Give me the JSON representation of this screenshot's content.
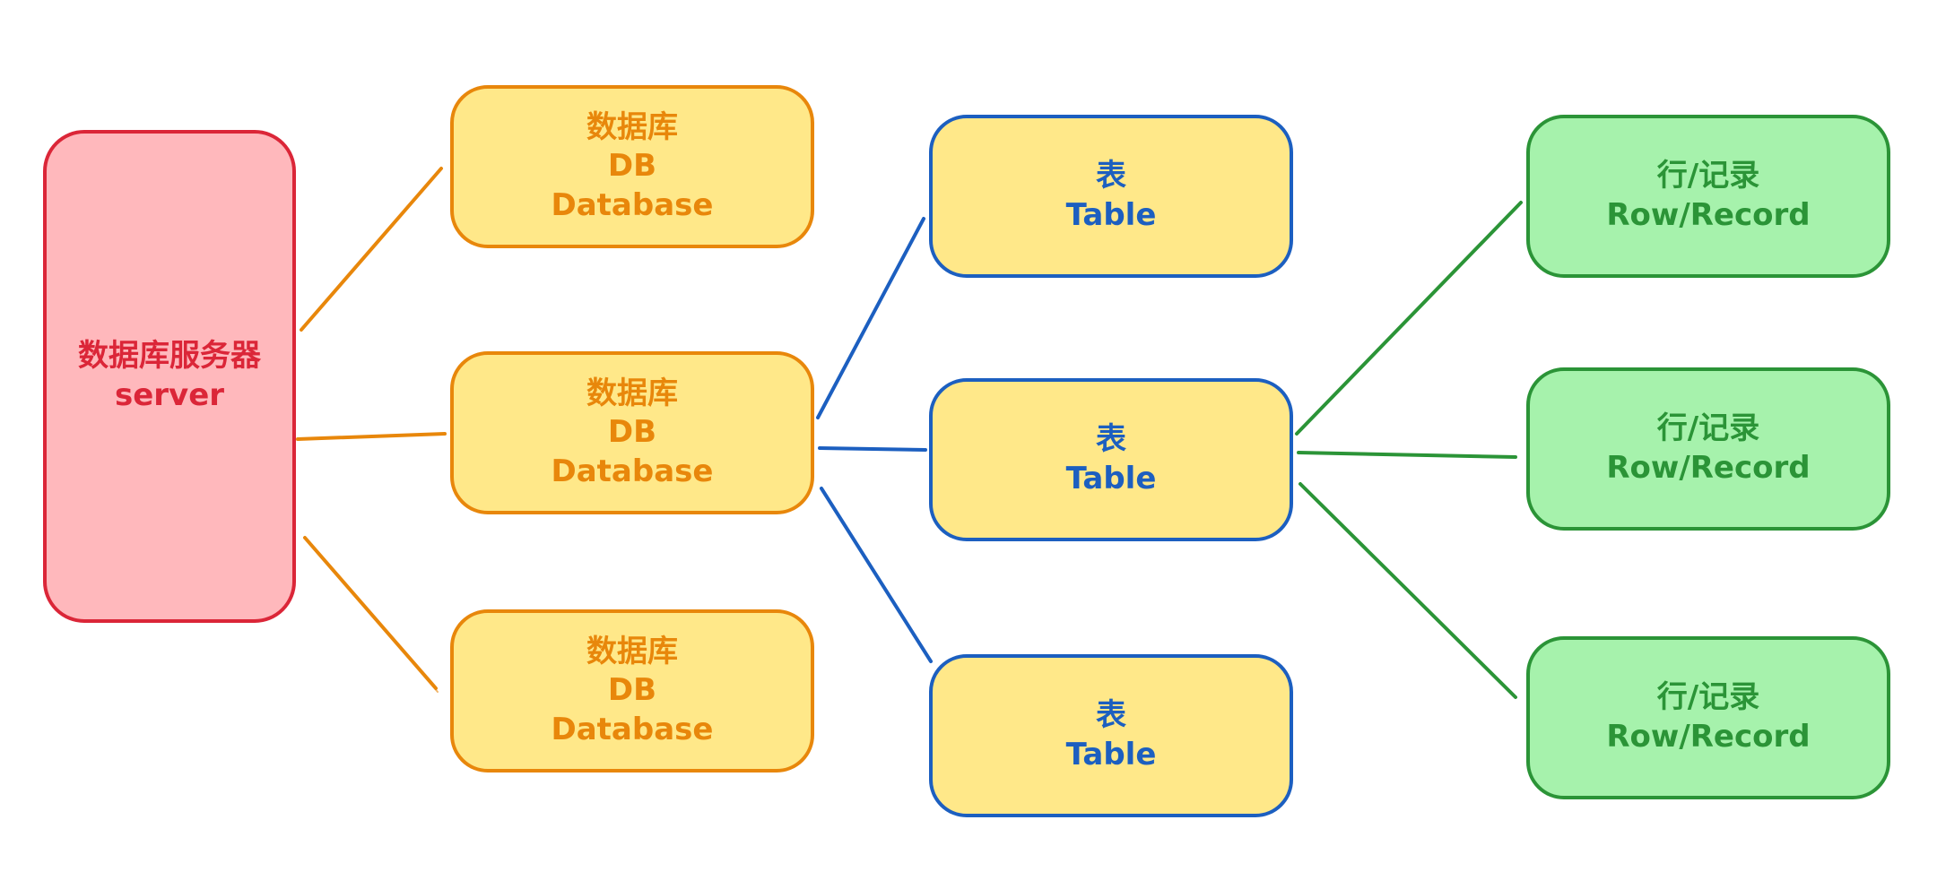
{
  "diagram": {
    "server": {
      "line1": "数据库服务器",
      "line2": "server"
    },
    "databases": [
      {
        "line1": "数据库",
        "line2": "DB",
        "line3": "Database"
      },
      {
        "line1": "数据库",
        "line2": "DB",
        "line3": "Database"
      },
      {
        "line1": "数据库",
        "line2": "DB",
        "line3": "Database"
      }
    ],
    "tables": [
      {
        "line1": "表",
        "line2": "Table"
      },
      {
        "line1": "表",
        "line2": "Table"
      },
      {
        "line1": "表",
        "line2": "Table"
      }
    ],
    "records": [
      {
        "line1": "行/记录",
        "line2": "Row/Record"
      },
      {
        "line1": "行/记录",
        "line2": "Row/Record"
      },
      {
        "line1": "行/记录",
        "line2": "Row/Record"
      }
    ]
  },
  "colors": {
    "server_fill": "#ffb8bc",
    "server_stroke": "#db2638",
    "database_fill": "#ffe889",
    "database_stroke": "#e8870b",
    "table_fill": "#ffe889",
    "table_stroke": "#1c5fc0",
    "record_fill": "#a6f2ac",
    "record_stroke": "#2b9437",
    "background": "#ffffff"
  }
}
